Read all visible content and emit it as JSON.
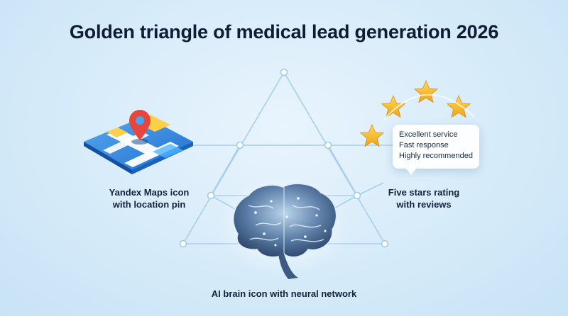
{
  "title": "Golden triangle of medical lead generation 2026",
  "nodes": {
    "maps": {
      "caption_line1": "Yandex Maps icon",
      "caption_line2": "with location pin",
      "icon": "map-pin-icon"
    },
    "reviews": {
      "caption_line1": "Five stars rating",
      "caption_line2": "with reviews",
      "icon": "star-icon"
    },
    "brain": {
      "caption": "AI brain icon with neural network",
      "icon": "brain-icon"
    }
  },
  "review_card": {
    "lines": [
      "Excellent service",
      "Fast response",
      "Highly recommended"
    ]
  },
  "colors": {
    "title": "#0f1c35",
    "network_line": "#9ccbe8",
    "star": "#f5b622",
    "pin": "#e8453c",
    "map_blue": "#2f86de"
  }
}
